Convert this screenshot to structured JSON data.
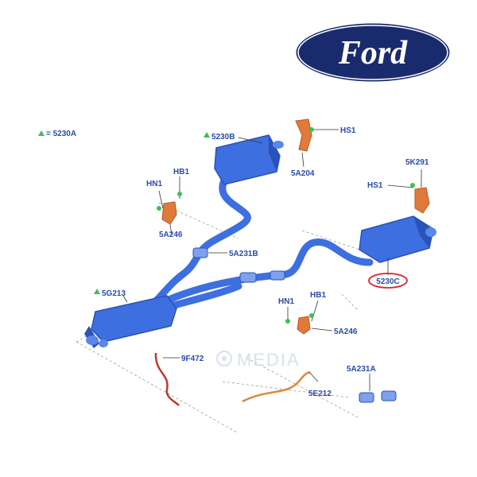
{
  "brand": {
    "name": "Ford"
  },
  "watermark": "MEDIA",
  "legend": {
    "symbol": "▲",
    "text": "= 5230A"
  },
  "callouts": {
    "c5230B": "5230B",
    "hs1_top": "HS1",
    "c5A204": "5A204",
    "c5K291": "5K291",
    "hs1_mid": "HS1",
    "hn1_left": "HN1",
    "hb1_left": "HB1",
    "c5A246_left": "5A246",
    "c5A231B": "5A231B",
    "c5230C": "5230C",
    "c5G213": "5G213",
    "hn1_right": "HN1",
    "hb1_right": "HB1",
    "c5A246_right": "5A246",
    "c9F472": "9F472",
    "c5A231A": "5A231A",
    "c5E212": "5E212"
  },
  "colors": {
    "part_blue": "#3d6fe0",
    "part_blue_dark": "#2a52b8",
    "hanger_orange": "#e07a3a",
    "label_blue": "#2b4aa8",
    "pointer_green": "#3bbf57",
    "highlight_red": "#d8262a",
    "logo_navy": "#1a2b6d"
  }
}
